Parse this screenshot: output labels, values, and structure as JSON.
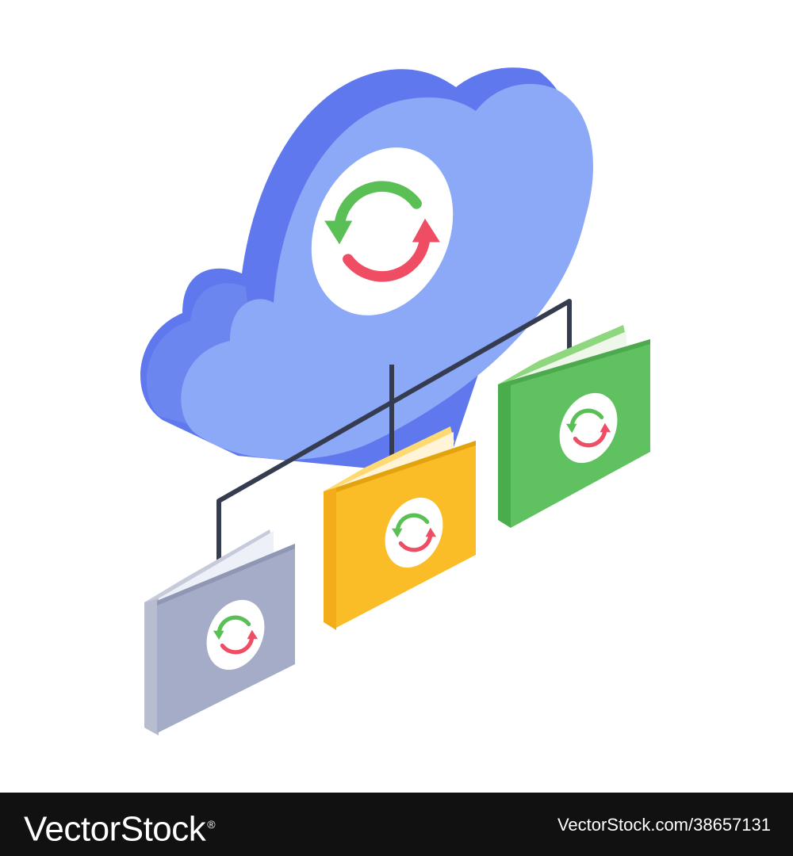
{
  "footer": {
    "brand": "VectorStock",
    "registered": "®",
    "image_id": "VectorStock.com/38657131"
  },
  "illustration": {
    "subject": "cloud-sync",
    "folders": [
      {
        "name": "gray-folder",
        "color": "#a4acc7"
      },
      {
        "name": "yellow-folder",
        "color": "#fbbd27"
      },
      {
        "name": "green-folder",
        "color": "#5fc160"
      }
    ],
    "colors": {
      "cloud_front": "#8ca9f7",
      "cloud_side": "#5f78ee",
      "connector": "#353c4f",
      "sync_green": "#5abf55",
      "sync_red": "#ee4d63"
    }
  }
}
